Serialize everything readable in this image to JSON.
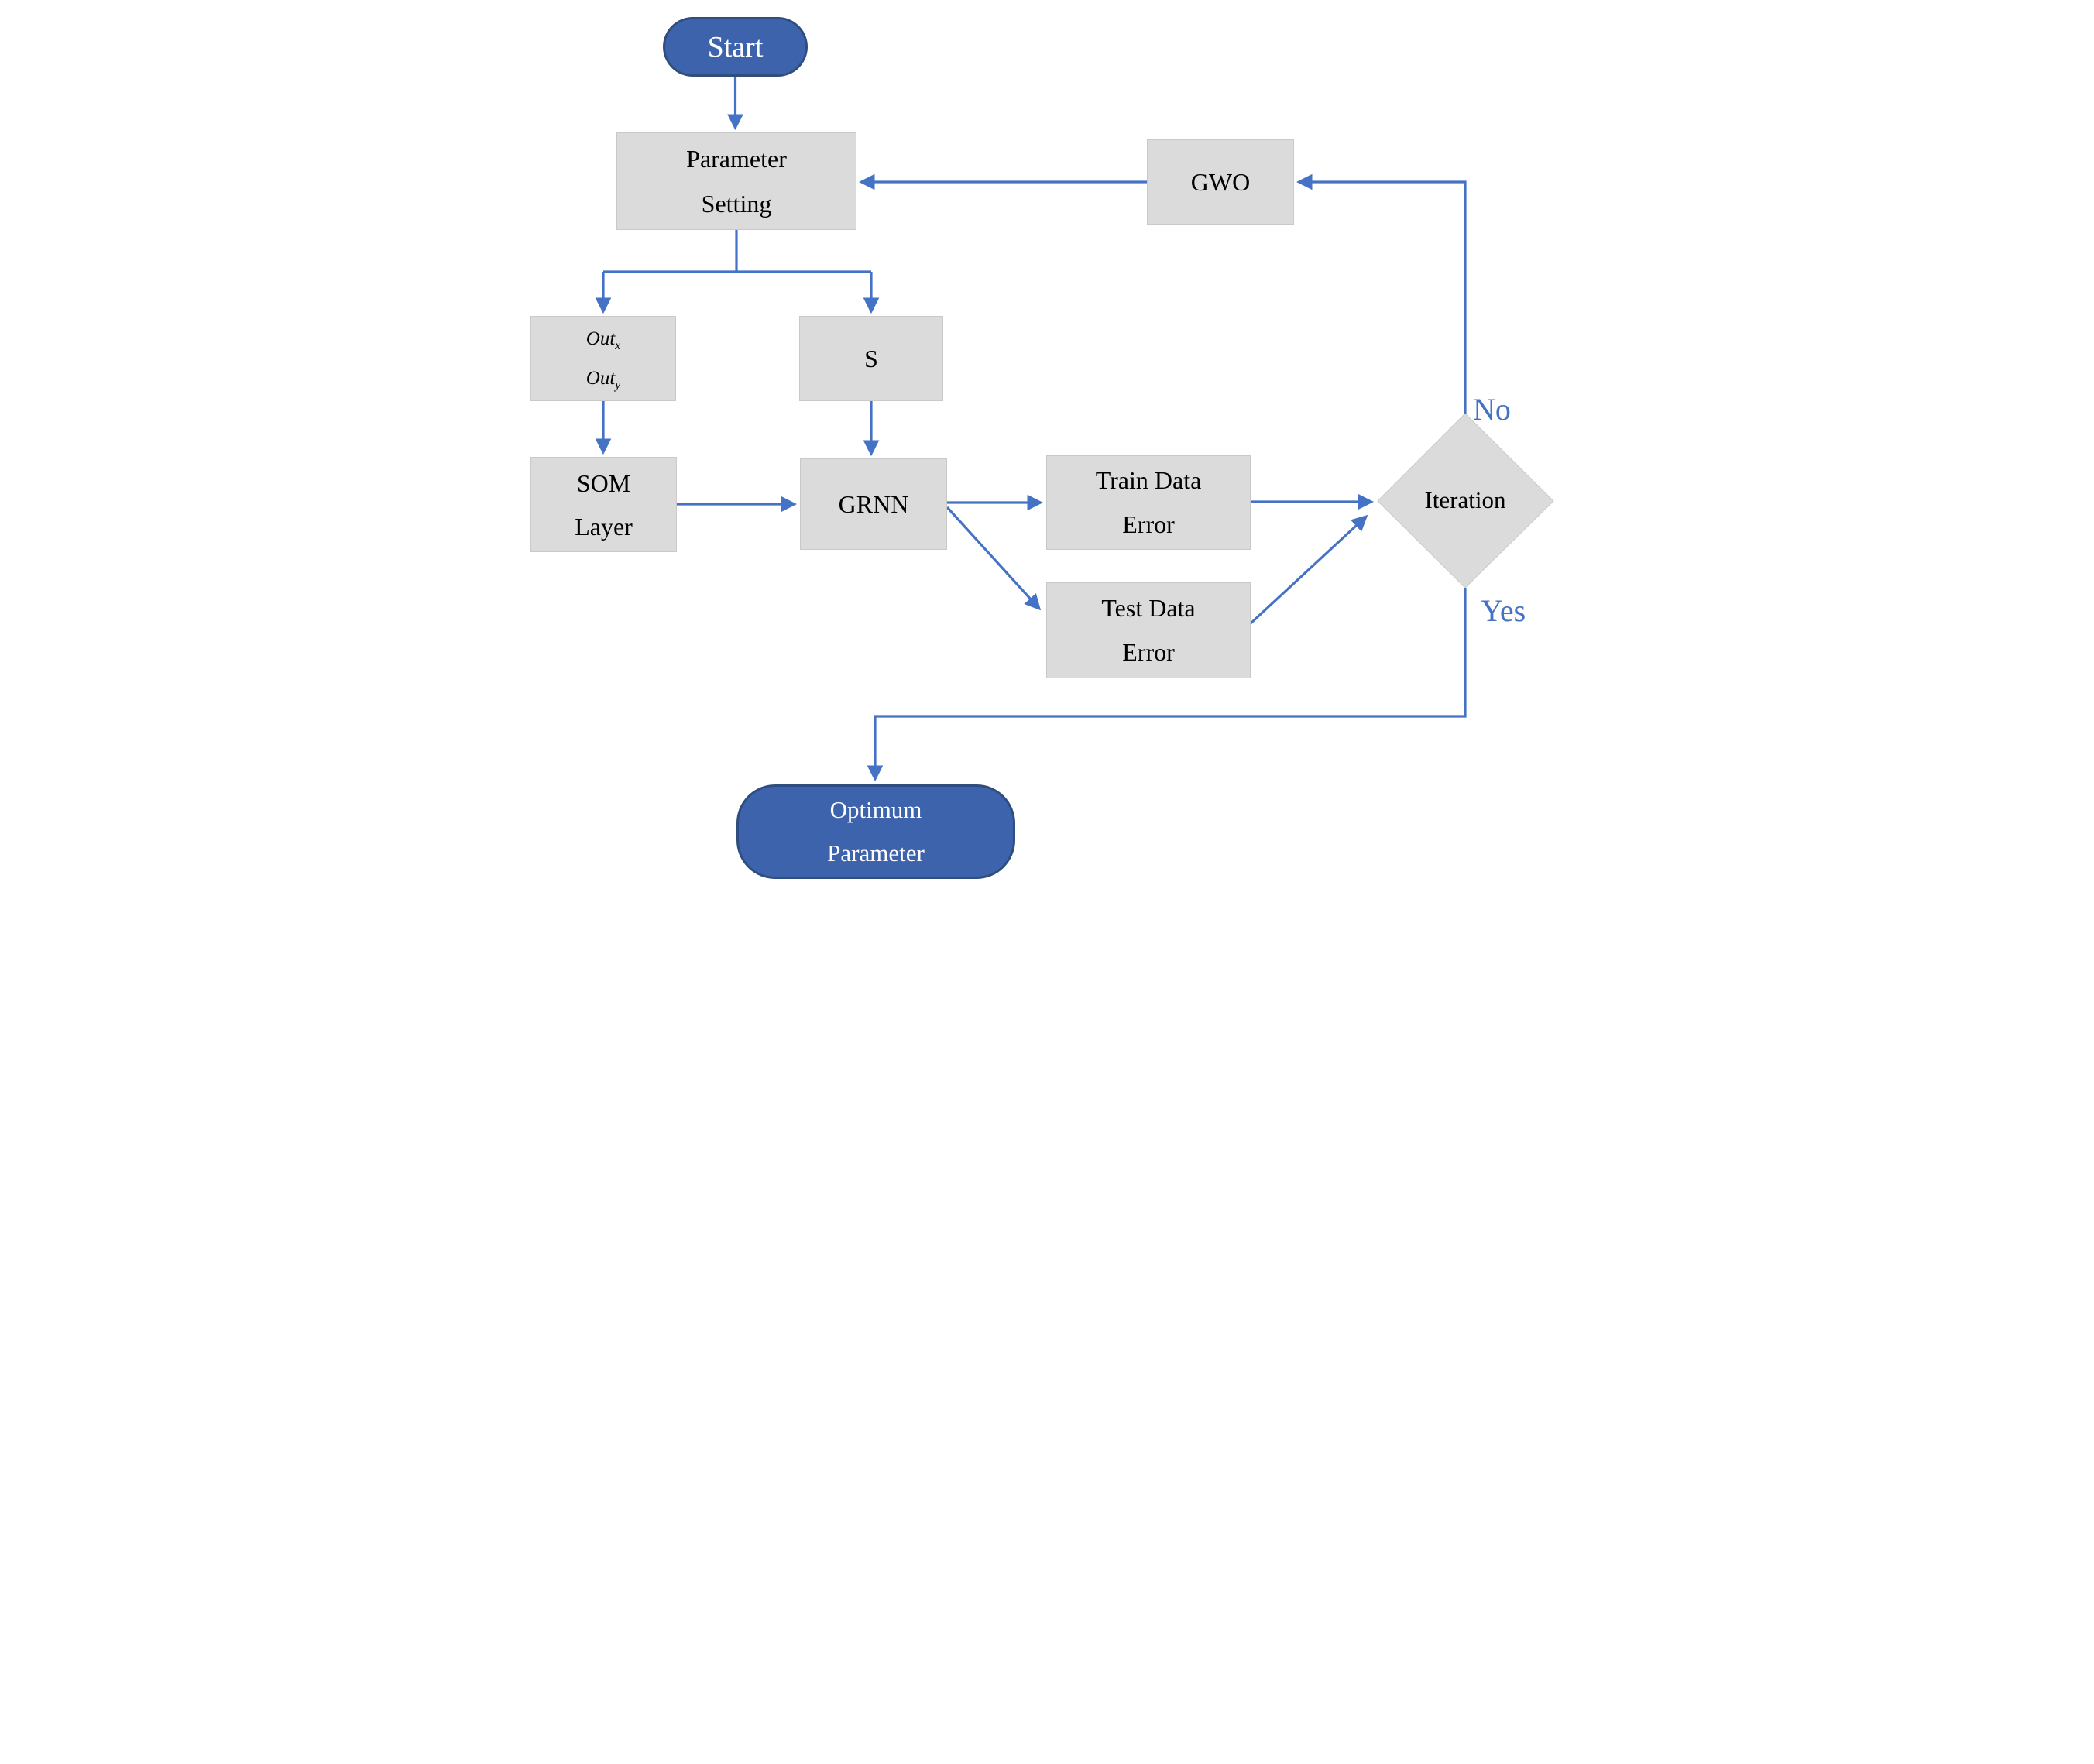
{
  "diagram": {
    "kind": "flowchart"
  },
  "colors": {
    "terminal_fill": "#3d63ac",
    "terminal_border": "#2f4e7f",
    "process_fill": "#dbdbdb",
    "process_border": "#c9c9c9",
    "arrow": "#4472c4",
    "branch_label": "#4472c4",
    "text": "#000000",
    "terminal_text": "#ffffff"
  },
  "nodes": {
    "start": {
      "label": "Start"
    },
    "parameter_setting": {
      "line1": "Parameter",
      "line2": "Setting"
    },
    "gwo": {
      "label": "GWO"
    },
    "outputs": {
      "line1_base": "Out",
      "line1_sub": "x",
      "line2_base": "Out",
      "line2_sub": "y"
    },
    "s": {
      "label": "S"
    },
    "som_layer": {
      "line1": "SOM",
      "line2": "Layer"
    },
    "grnn": {
      "label": "GRNN"
    },
    "train_data_error": {
      "line1": "Train Data",
      "line2": "Error"
    },
    "test_data_error": {
      "line1": "Test Data",
      "line2": "Error"
    },
    "iteration": {
      "label": "Iteration"
    },
    "optimum_parameter": {
      "line1": "Optimum",
      "line2": "Parameter"
    }
  },
  "edge_labels": {
    "no": "No",
    "yes": "Yes"
  }
}
